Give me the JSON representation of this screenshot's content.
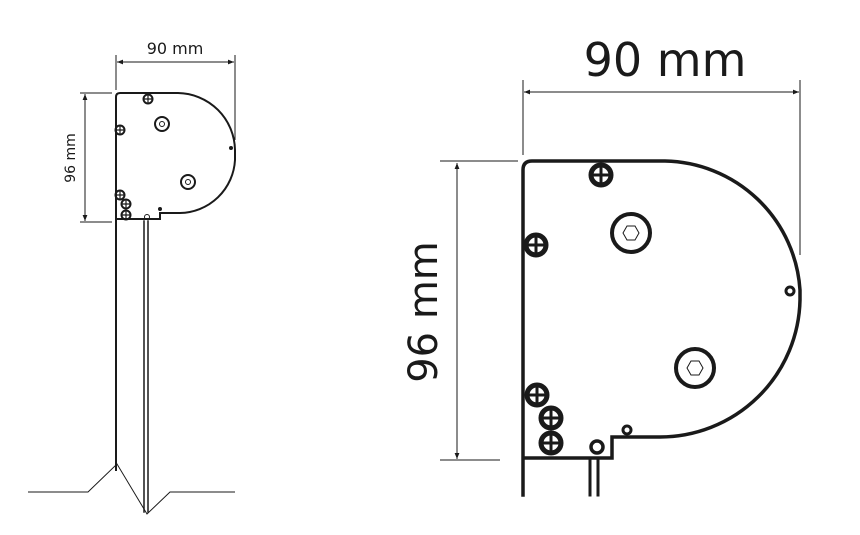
{
  "small_view": {
    "width_label": "90 mm",
    "height_label": "96 mm"
  },
  "large_view": {
    "width_label": "90 mm",
    "height_label": "96 mm"
  },
  "colors": {
    "line": "#1a1a1a",
    "background": "#ffffff"
  }
}
